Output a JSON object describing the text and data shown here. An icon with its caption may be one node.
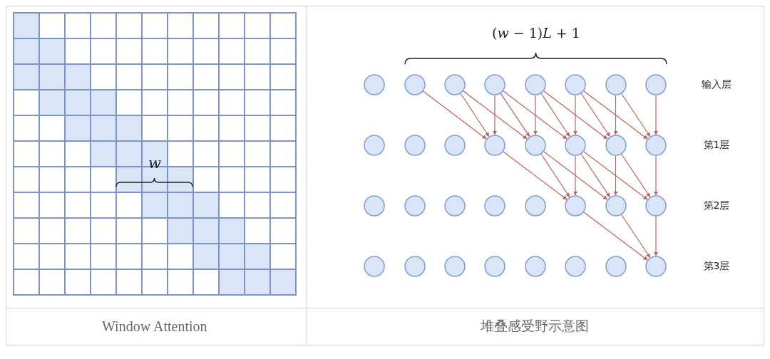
{
  "diagram": {
    "nodes": [
      {
        "text": [],
        "shape": "circle"
      },
      {
        "text": [],
        "shape": "circle"
      },
      {
        "text": [],
        "shape": "circle"
      },
      {
        "text": [],
        "shape": "circle"
      },
      {
        "text": [],
        "shape": "circle"
      },
      {
        "text": [],
        "shape": "circle"
      },
      {
        "text": [],
        "shape": "circle"
      },
      {
        "text": [],
        "shape": "circle"
      },
      {
        "text": [],
        "shape": "circle"
      },
      {
        "text": [],
        "shape": "circle"
      },
      {
        "text": [],
        "shape": "circle"
      },
      {
        "text": [],
        "shape": "circle"
      },
      {
        "text": [],
        "shape": "circle"
      },
      {
        "text": [],
        "shape": "circle"
      },
      {
        "text": [],
        "shape": "circle"
      },
      {
        "text": [],
        "shape": "circle"
      },
      {
        "text": [],
        "shape": "circle"
      },
      {
        "text": [],
        "shape": "circle"
      },
      {
        "text": [],
        "shape": "circle"
      },
      {
        "text": [],
        "shape": "circle"
      },
      {
        "text": [],
        "shape": "circle"
      },
      {
        "text": [],
        "shape": "circle"
      },
      {
        "text": [],
        "shape": "circle"
      },
      {
        "text": [],
        "shape": "circle"
      },
      {
        "text": [],
        "shape": "circle"
      },
      {
        "text": [],
        "shape": "circle"
      },
      {
        "text": [],
        "shape": "circle"
      },
      {
        "text": [],
        "shape": "circle"
      },
      {
        "text": [],
        "shape": "circle"
      },
      {
        "text": [],
        "shape": "circle"
      },
      {
        "text": [],
        "shape": "circle"
      },
      {
        "text": [],
        "shape": "circle"
      }
    ],
    "edges": [
      {
        "from": 1,
        "to": 11,
        "arrow": "to"
      },
      {
        "from": 2,
        "to": 11,
        "arrow": "to"
      },
      {
        "from": 3,
        "to": 11,
        "arrow": "to"
      },
      {
        "from": 2,
        "to": 12,
        "arrow": "to"
      },
      {
        "from": 3,
        "to": 12,
        "arrow": "to"
      },
      {
        "from": 4,
        "to": 12,
        "arrow": "to"
      },
      {
        "from": 3,
        "to": 13,
        "arrow": "to"
      },
      {
        "from": 4,
        "to": 13,
        "arrow": "to"
      },
      {
        "from": 5,
        "to": 13,
        "arrow": "to"
      },
      {
        "from": 4,
        "to": 14,
        "arrow": "to"
      },
      {
        "from": 5,
        "to": 14,
        "arrow": "to"
      },
      {
        "from": 6,
        "to": 14,
        "arrow": "to"
      },
      {
        "from": 5,
        "to": 15,
        "arrow": "to"
      },
      {
        "from": 6,
        "to": 15,
        "arrow": "to"
      },
      {
        "from": 7,
        "to": 15,
        "arrow": "to"
      },
      {
        "from": 11,
        "to": 21,
        "arrow": "to"
      },
      {
        "from": 12,
        "to": 21,
        "arrow": "to"
      },
      {
        "from": 13,
        "to": 21,
        "arrow": "to"
      },
      {
        "from": 12,
        "to": 22,
        "arrow": "to"
      },
      {
        "from": 13,
        "to": 22,
        "arrow": "to"
      },
      {
        "from": 14,
        "to": 22,
        "arrow": "to"
      },
      {
        "from": 13,
        "to": 23,
        "arrow": "to"
      },
      {
        "from": 14,
        "to": 23,
        "arrow": "to"
      },
      {
        "from": 15,
        "to": 23,
        "arrow": "to"
      },
      {
        "from": 21,
        "to": 31,
        "arrow": "to"
      },
      {
        "from": 22,
        "to": 31,
        "arrow": "to"
      },
      {
        "from": 23,
        "to": 31,
        "arrow": "to"
      }
    ],
    "labels": [
      "(*w* − 1)*L* + 1",
      "输入层",
      "第1层",
      "w",
      "第2层",
      "第3层",
      "Window Attention",
      "堆叠感受野示意图"
    ]
  }
}
